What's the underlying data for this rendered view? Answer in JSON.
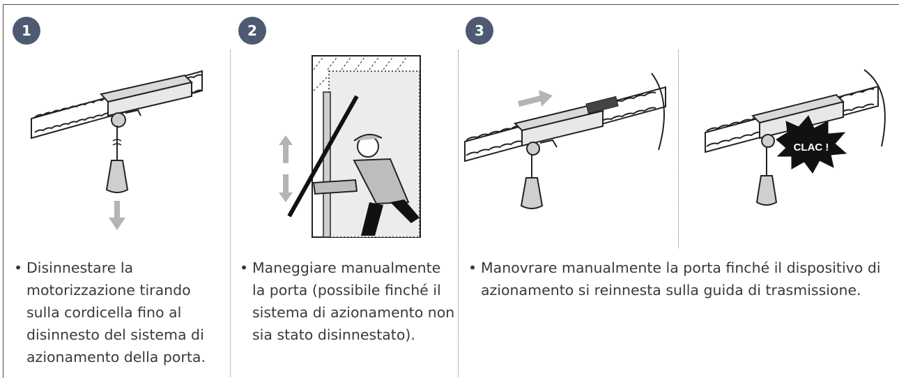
{
  "steps": [
    {
      "number": "1",
      "text": "Disinnestare la motorizzazione tirando sulla cordicella fino al disinnesto del sistema di azionamento della porta."
    },
    {
      "number": "2",
      "text": "Maneggiare manualmente la porta (possibile finché il sistema di azionamento non sia stato disinnestato)."
    },
    {
      "number": "3",
      "text": "Manovrare manualmente la porta finché il dispositivo di azionamento si reinnesta sulla guida di trasmissione."
    }
  ],
  "bullet_char": "•",
  "clac_label": "CLAC !",
  "colors": {
    "badge": "#4d5a72",
    "arrow": "#b4b4b4",
    "text": "#3a3a3a"
  }
}
